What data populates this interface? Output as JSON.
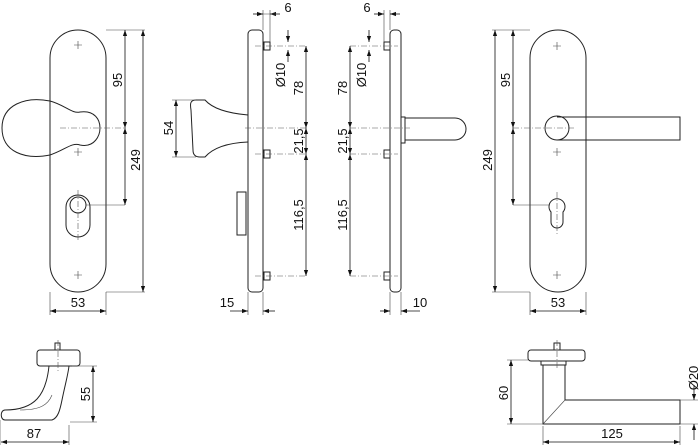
{
  "front_knob_view": {
    "dim_width": "53",
    "dim_axis_to_cylinder": "95",
    "dim_height": "249"
  },
  "side_knob_view": {
    "dim_pin_length": "6",
    "dim_pin_diameter": "Ø10",
    "dim_top": "78",
    "dim_mid": "21,5",
    "dim_bottom": "116,5",
    "dim_knob": "54",
    "dim_thickness": "15"
  },
  "side_lever_view": {
    "dim_pin_length": "6",
    "dim_pin_diameter": "Ø10",
    "dim_top": "78",
    "dim_mid": "21,5",
    "dim_bottom": "116,5",
    "dim_thickness": "10"
  },
  "front_lever_view": {
    "dim_width": "53",
    "dim_axis_to_cylinder": "95",
    "dim_height": "249"
  },
  "knob_profile": {
    "dim_height": "55",
    "dim_length": "87"
  },
  "lever_profile": {
    "dim_height": "60",
    "dim_length": "125",
    "dim_diameter": "Ø20"
  }
}
